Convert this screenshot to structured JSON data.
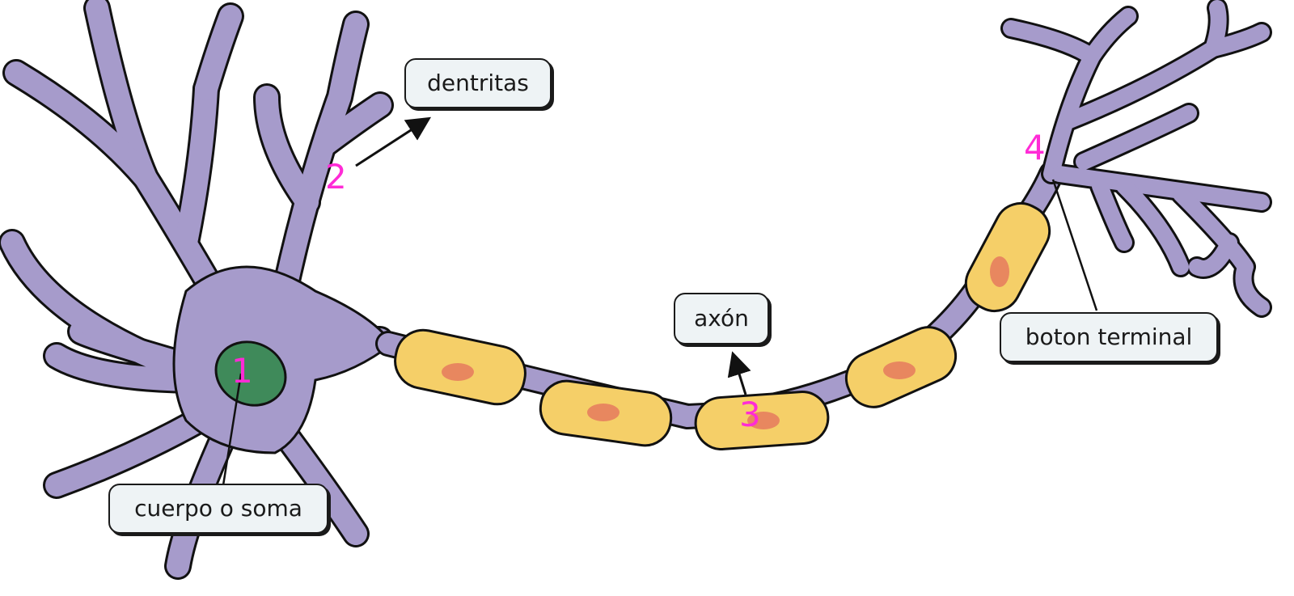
{
  "labels": {
    "soma": "cuerpo o soma",
    "dendrites": "dentritas",
    "axon": "axón",
    "terminal": "boton terminal"
  },
  "numbers": {
    "soma": "1",
    "dendrites": "2",
    "axon": "3",
    "terminal": "4"
  },
  "colors": {
    "neuron_body": "#a69bcb",
    "outline": "#111111",
    "nucleus": "#3f8a5a",
    "myelin": "#f5cf68",
    "schwann_nucleus": "#e8875f",
    "number_marker": "#ff2bd6",
    "callout_fill": "#eef3f5"
  }
}
